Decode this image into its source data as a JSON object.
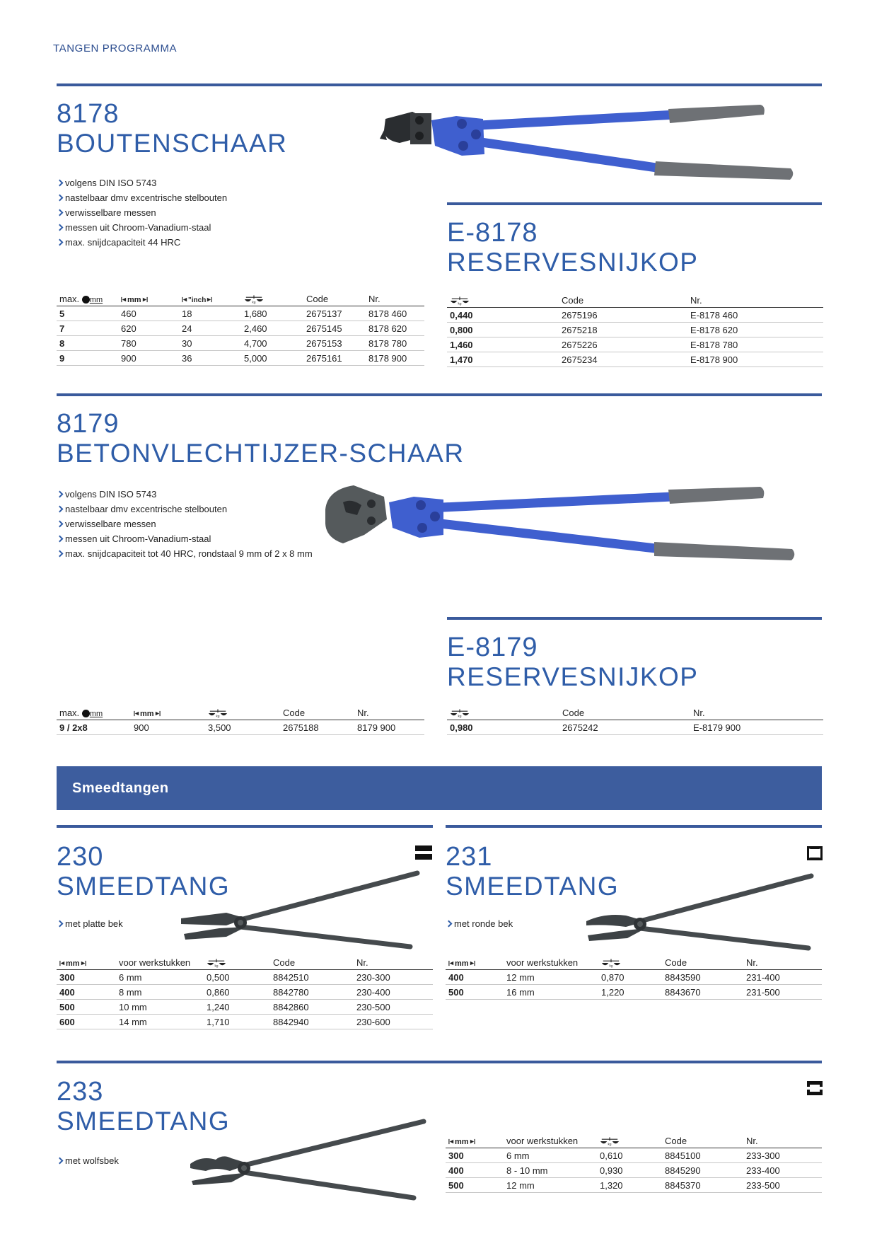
{
  "header": {
    "label": "TANGEN PROGRAMMA"
  },
  "colors": {
    "accent": "#2f5da8",
    "rule": "#3a5a9c",
    "band": "#3d5d9e",
    "tool_blue": "#3f5fcf",
    "tool_dark": "#454a4d"
  },
  "p8178": {
    "number": "8178",
    "title": "BOUTENSCHAAR",
    "bullets": [
      "volgens DIN ISO 5743",
      "nastelbaar dmv excentrische stelbouten",
      "verwisselbare messen",
      "messen uit Chroom-Vanadium-staal",
      "max. snijdcapaciteit 44 HRC"
    ],
    "table": {
      "max_label": "max.",
      "mm": "mm",
      "inch": "\"inch",
      "code": "Code",
      "nr": "Nr.",
      "rows": [
        [
          "5",
          "460",
          "18",
          "1,680",
          "2675137",
          "8178 460"
        ],
        [
          "7",
          "620",
          "24",
          "2,460",
          "2675145",
          "8178 620"
        ],
        [
          "8",
          "780",
          "30",
          "4,700",
          "2675153",
          "8178 780"
        ],
        [
          "9",
          "900",
          "36",
          "5,000",
          "2675161",
          "8178 900"
        ]
      ]
    }
  },
  "e8178": {
    "number": "E-8178",
    "title": "RESERVESNIJKOP",
    "table": {
      "code": "Code",
      "nr": "Nr.",
      "rows": [
        [
          "0,440",
          "2675196",
          "E-8178 460"
        ],
        [
          "0,800",
          "2675218",
          "E-8178 620"
        ],
        [
          "1,460",
          "2675226",
          "E-8178 780"
        ],
        [
          "1,470",
          "2675234",
          "E-8178 900"
        ]
      ]
    }
  },
  "p8179": {
    "number": "8179",
    "title": "BETONVLECHTIJZER-SCHAAR",
    "bullets": [
      "volgens DIN ISO 5743",
      "nastelbaar dmv excentrische stelbouten",
      "verwisselbare messen",
      "messen uit Chroom-Vanadium-staal",
      "max. snijdcapaciteit tot 40 HRC, rondstaal 9 mm of 2 x 8 mm"
    ],
    "table": {
      "max_label": "max.",
      "mm": "mm",
      "code": "Code",
      "nr": "Nr.",
      "rows": [
        [
          "9 / 2x8",
          "900",
          "3,500",
          "2675188",
          "8179 900"
        ]
      ]
    }
  },
  "e8179": {
    "number": "E-8179",
    "title": "RESERVESNIJKOP",
    "table": {
      "code": "Code",
      "nr": "Nr.",
      "rows": [
        [
          "0,980",
          "2675242",
          "E-8179 900"
        ]
      ]
    }
  },
  "band": {
    "label": "Smeedtangen"
  },
  "p230": {
    "number": "230",
    "title": "SMEEDTANG",
    "bullets": [
      "met platte bek"
    ],
    "table": {
      "mm": "mm",
      "workpieces": "voor werkstukken",
      "code": "Code",
      "nr": "Nr.",
      "rows": [
        [
          "300",
          "6 mm",
          "0,500",
          "8842510",
          "230-300"
        ],
        [
          "400",
          "8 mm",
          "0,860",
          "8842780",
          "230-400"
        ],
        [
          "500",
          "10 mm",
          "1,240",
          "8842860",
          "230-500"
        ],
        [
          "600",
          "14 mm",
          "1,710",
          "8842940",
          "230-600"
        ]
      ]
    }
  },
  "p231": {
    "number": "231",
    "title": "SMEEDTANG",
    "bullets": [
      "met ronde bek"
    ],
    "table": {
      "mm": "mm",
      "workpieces": "voor werkstukken",
      "code": "Code",
      "nr": "Nr.",
      "rows": [
        [
          "400",
          "12 mm",
          "0,870",
          "8843590",
          "231-400"
        ],
        [
          "500",
          "16 mm",
          "1,220",
          "8843670",
          "231-500"
        ]
      ]
    }
  },
  "p233": {
    "number": "233",
    "title": "SMEEDTANG",
    "bullets": [
      "met wolfsbek"
    ],
    "table": {
      "mm": "mm",
      "workpieces": "voor werkstukken",
      "code": "Code",
      "nr": "Nr.",
      "rows": [
        [
          "300",
          "6 mm",
          "0,610",
          "8845100",
          "233-300"
        ],
        [
          "400",
          "8 - 10 mm",
          "0,930",
          "8845290",
          "233-400"
        ],
        [
          "500",
          "12 mm",
          "1,320",
          "8845370",
          "233-500"
        ]
      ]
    }
  },
  "icons": {
    "weight": "weight-scale-icon",
    "length": "length-arrows-icon",
    "max_diameter": "filled-circle-icon",
    "jaw_flat": "flat-jaw-icon",
    "jaw_round": "round-jaw-icon",
    "jaw_wolf": "wolf-jaw-icon"
  }
}
